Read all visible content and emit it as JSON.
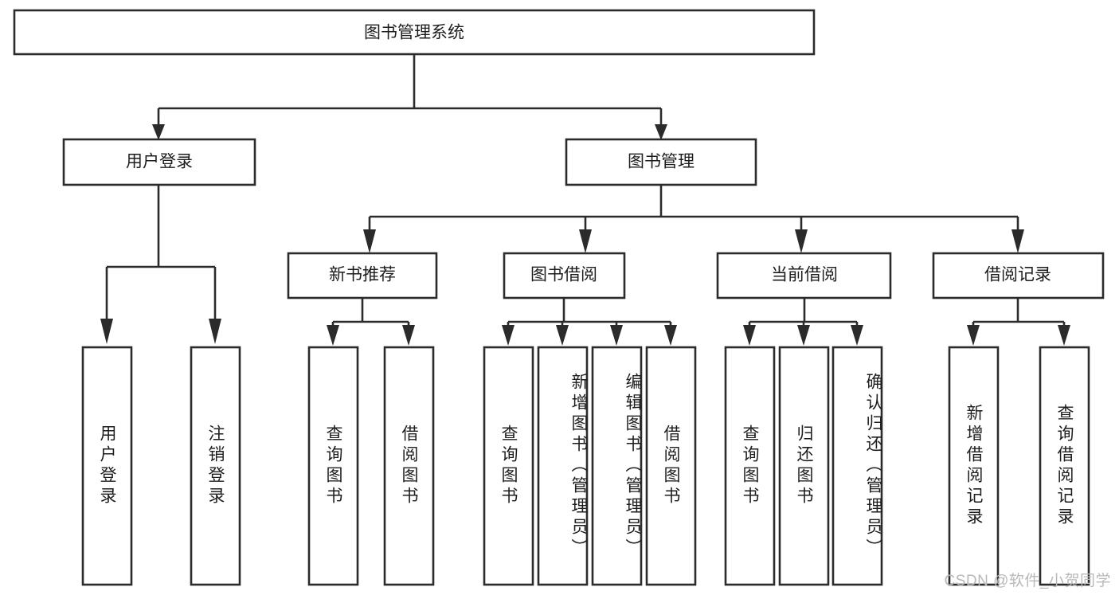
{
  "diagram": {
    "type": "tree-hierarchy",
    "title": "图书管理系统",
    "orientation": "top-down",
    "colors": {
      "box_stroke": "#2b2b2b",
      "box_fill": "#ffffff",
      "text": "#1d1d1d",
      "background": "#ffffff",
      "watermark": "#b9b9b9"
    },
    "root": {
      "label": "图书管理系统"
    },
    "level2": [
      {
        "label": "用户登录"
      },
      {
        "label": "图书管理"
      }
    ],
    "level3": [
      {
        "label": "新书推荐"
      },
      {
        "label": "图书借阅"
      },
      {
        "label": "当前借阅"
      },
      {
        "label": "借阅记录"
      }
    ],
    "leaves": {
      "user_login": [
        {
          "label": "用户登录"
        },
        {
          "label": "注销登录"
        }
      ],
      "new_book_recommend": [
        {
          "label": "查询图书"
        },
        {
          "label": "借阅图书"
        }
      ],
      "book_borrow": [
        {
          "label": "查询图书"
        },
        {
          "label": "新增图书（管理员）"
        },
        {
          "label": "编辑图书（管理员）"
        },
        {
          "label": "借阅图书"
        }
      ],
      "current_borrow": [
        {
          "label": "查询图书"
        },
        {
          "label": "归还图书"
        },
        {
          "label": "确认归还（管理员）"
        }
      ],
      "borrow_record": [
        {
          "label": "新增借阅记录"
        },
        {
          "label": "查询借阅记录"
        }
      ]
    },
    "watermark": "CSDN @软件_小贺同学"
  }
}
